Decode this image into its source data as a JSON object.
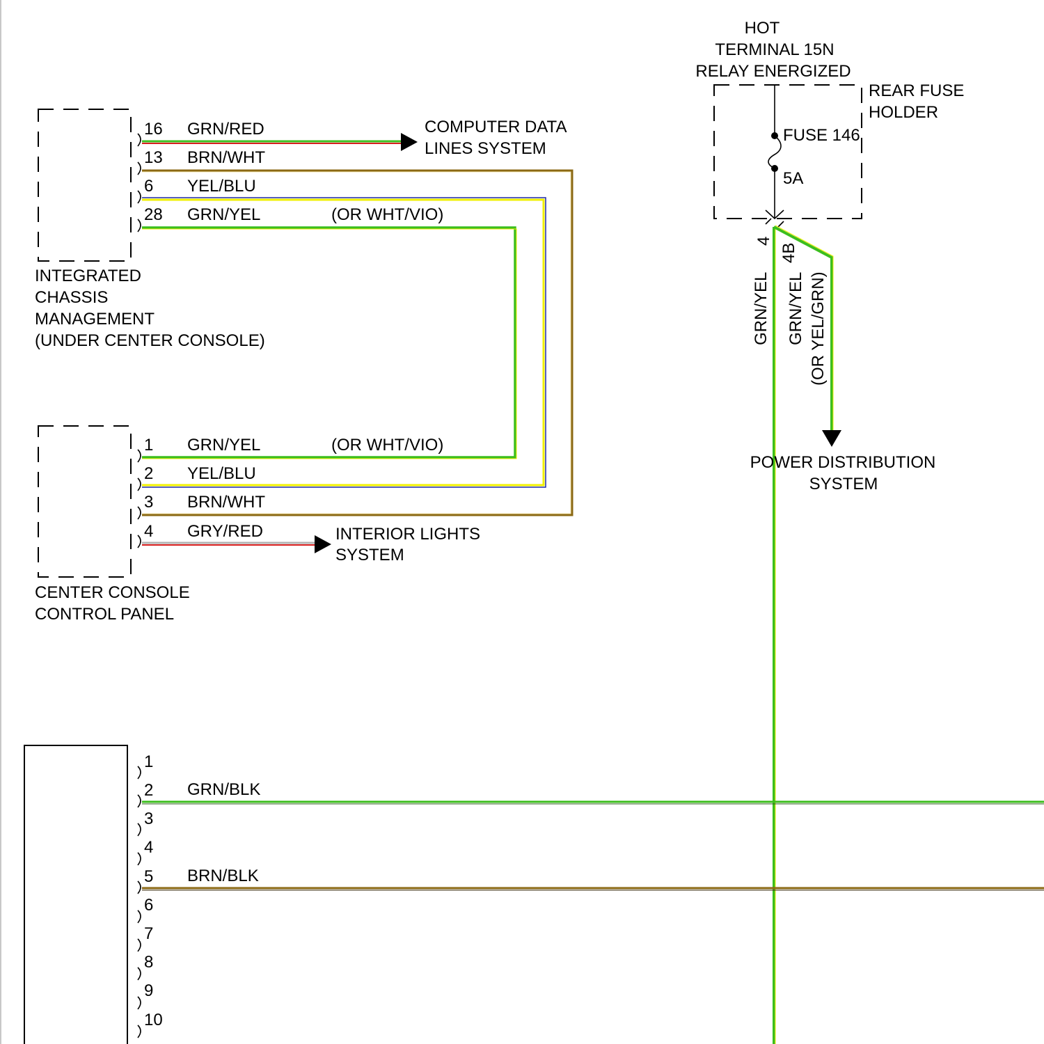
{
  "colors": {
    "green": "#3cbe1e",
    "red": "#d81e1e",
    "brown": "#8b6914",
    "yellow": "#f0f000",
    "blue": "#1e2aa8",
    "gray": "#b4b4b4",
    "black": "#000000"
  },
  "hot": {
    "line1": "HOT",
    "line2": "TERMINAL 15N",
    "line3": "RELAY ENERGIZED"
  },
  "rear_fuse_holder": {
    "line1": "REAR FUSE",
    "line2": "HOLDER",
    "fuse_name": "FUSE 146",
    "fuse_rating": "5A"
  },
  "fuse_outputs": {
    "pin_a": "4",
    "pin_b": "4B",
    "wire_a": "GRN/YEL",
    "wire_b": "GRN/YEL",
    "wire_b_alt": "(OR YEL/GRN)"
  },
  "power_distribution": {
    "line1": "POWER DISTRIBUTION",
    "line2": "SYSTEM"
  },
  "icm": {
    "line1": "INTEGRATED",
    "line2": "CHASSIS",
    "line3": "MANAGEMENT",
    "line4": "(UNDER CENTER CONSOLE)",
    "pins": [
      {
        "pin": "16",
        "wire": "GRN/RED",
        "alt": ""
      },
      {
        "pin": "13",
        "wire": "BRN/WHT",
        "alt": ""
      },
      {
        "pin": "6",
        "wire": "YEL/BLU",
        "alt": ""
      },
      {
        "pin": "28",
        "wire": "GRN/YEL",
        "alt": "(OR WHT/VIO)"
      }
    ]
  },
  "computer_data": {
    "line1": "COMPUTER DATA",
    "line2": "LINES SYSTEM"
  },
  "ccp": {
    "line1": "CENTER CONSOLE",
    "line2": "CONTROL PANEL",
    "pins": [
      {
        "pin": "1",
        "wire": "GRN/YEL",
        "alt": "(OR WHT/VIO)"
      },
      {
        "pin": "2",
        "wire": "YEL/BLU",
        "alt": ""
      },
      {
        "pin": "3",
        "wire": "BRN/WHT",
        "alt": ""
      },
      {
        "pin": "4",
        "wire": "GRY/RED",
        "alt": ""
      }
    ]
  },
  "interior_lights": {
    "line1": "INTERIOR LIGHTS",
    "line2": "SYSTEM"
  },
  "lower_connector": {
    "pins": [
      "1",
      "2",
      "3",
      "4",
      "5",
      "6",
      "7",
      "8",
      "9",
      "10"
    ],
    "wire_pin2": "GRN/BLK",
    "wire_pin5": "BRN/BLK"
  }
}
